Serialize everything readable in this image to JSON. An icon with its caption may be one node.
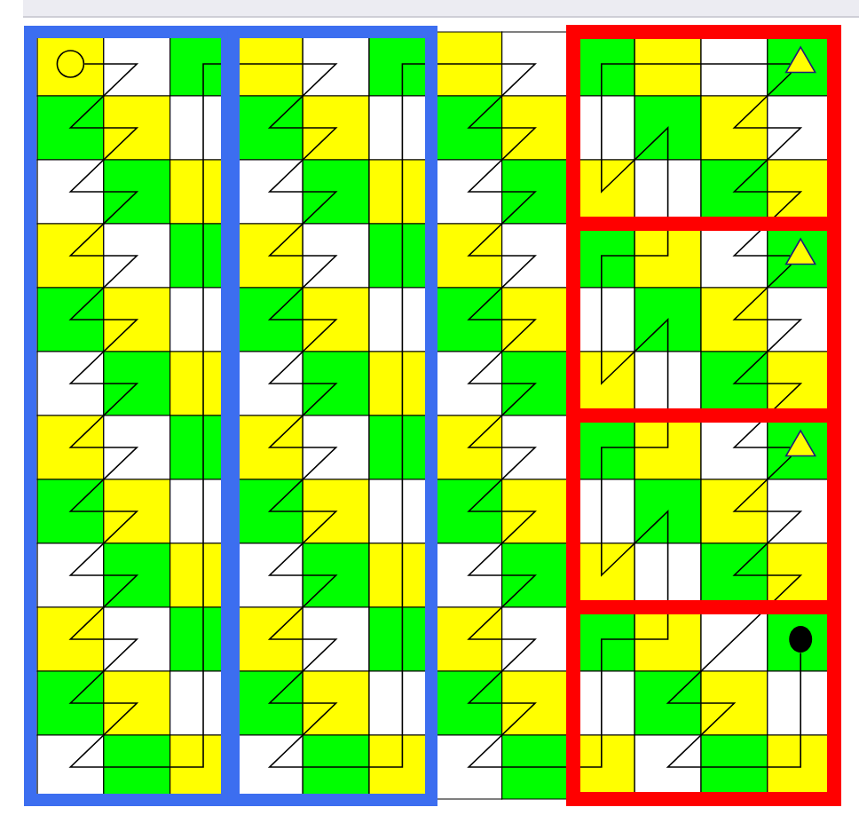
{
  "diagram": {
    "nodes": [
      {
        "text": [],
        "shape": "circle"
      },
      {
        "text": [],
        "shape": "triangle"
      },
      {
        "text": [],
        "shape": "triangle"
      },
      {
        "text": [],
        "shape": "triangle"
      },
      {
        "text": [],
        "shape": "dot"
      }
    ],
    "edges": [
      {
        "from": 0,
        "to": 1,
        "arrow": "none"
      },
      {
        "from": 1,
        "to": 2,
        "arrow": "none"
      },
      {
        "from": 2,
        "to": 3,
        "arrow": "none"
      },
      {
        "from": 3,
        "to": 4,
        "arrow": "none"
      }
    ]
  }
}
